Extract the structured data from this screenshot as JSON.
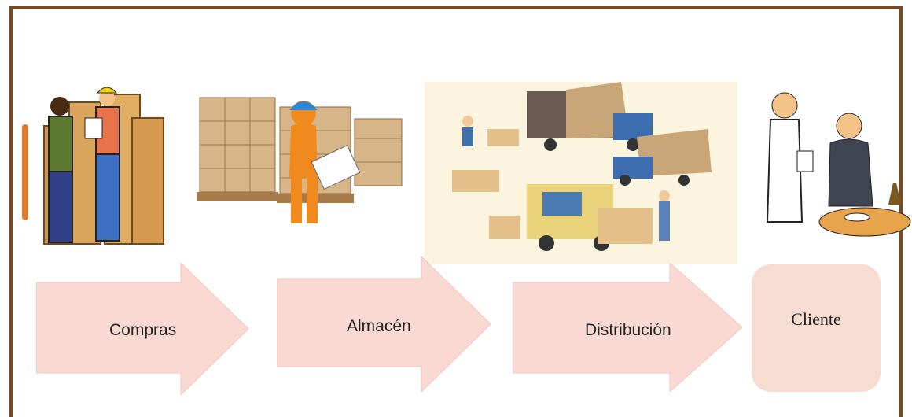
{
  "steps": [
    {
      "label": "Compras"
    },
    {
      "label": "Almacén"
    },
    {
      "label": "Distribución"
    },
    {
      "label": "Cliente"
    }
  ],
  "colors": {
    "frame": "#7a4a20",
    "arrow_fill": "#f9d9d2",
    "cliente_box": "#f7dcd1",
    "accent": "#e07a30"
  },
  "illustrations": [
    "workers-with-boxes-clipart",
    "worker-with-clipboard-and-pallets",
    "delivery-trucks-illustration",
    "waiter-serving-customer-clipart"
  ]
}
